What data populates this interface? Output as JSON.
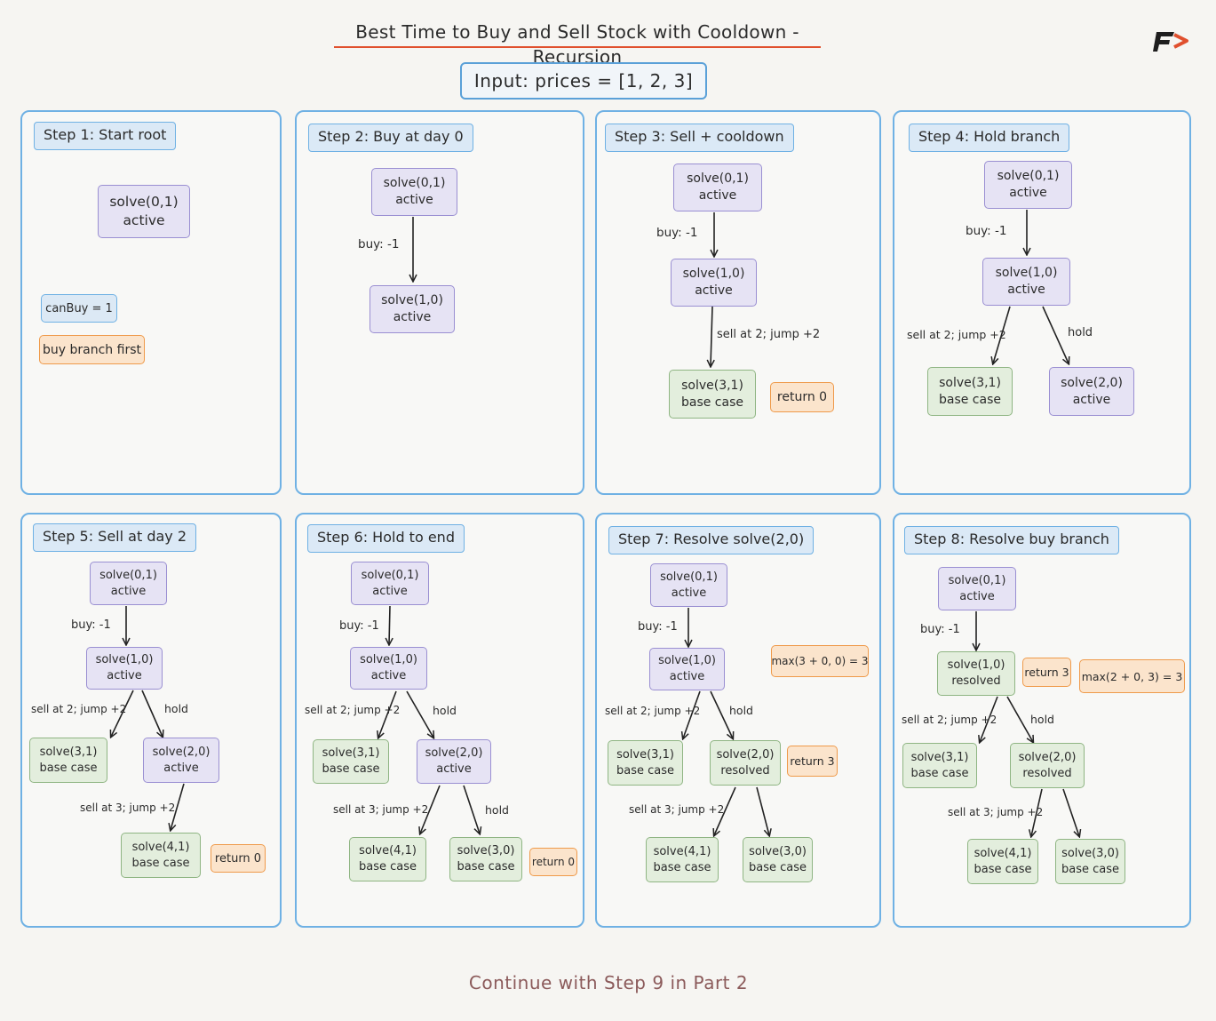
{
  "title": "Best Time to Buy and Sell Stock with Cooldown - Recursion",
  "input": "Input: prices = [1, 2, 3]",
  "footer": "Continue with Step 9 in Part 2",
  "colors": {
    "accent": "#e0502e",
    "panel_border": "#6fb1e4",
    "active_node": "#e6e3f4",
    "base_node": "#e3eedd",
    "return_tag": "#fbe4cc"
  },
  "steps": [
    {
      "label": "Step 1: Start root",
      "nodes": [
        {
          "fn": "solve(0,1)",
          "state": "active"
        }
      ],
      "tags": [
        "canBuy = 1",
        "buy branch first"
      ]
    },
    {
      "label": "Step 2: Buy at day 0",
      "nodes": [
        {
          "fn": "solve(0,1)",
          "state": "active"
        },
        {
          "fn": "solve(1,0)",
          "state": "active"
        }
      ],
      "edges": [
        "buy: -1"
      ]
    },
    {
      "label": "Step 3: Sell + cooldown",
      "nodes": [
        {
          "fn": "solve(0,1)",
          "state": "active"
        },
        {
          "fn": "solve(1,0)",
          "state": "active"
        },
        {
          "fn": "solve(3,1)",
          "state": "base case"
        }
      ],
      "edges": [
        "buy: -1",
        "sell at 2; jump +2"
      ],
      "tags": [
        "return 0"
      ]
    },
    {
      "label": "Step 4: Hold branch",
      "nodes": [
        {
          "fn": "solve(0,1)",
          "state": "active"
        },
        {
          "fn": "solve(1,0)",
          "state": "active"
        },
        {
          "fn": "solve(3,1)",
          "state": "base case"
        },
        {
          "fn": "solve(2,0)",
          "state": "active"
        }
      ],
      "edges": [
        "buy: -1",
        "sell at 2; jump +2",
        "hold"
      ]
    },
    {
      "label": "Step 5: Sell at day 2",
      "nodes": [
        {
          "fn": "solve(0,1)",
          "state": "active"
        },
        {
          "fn": "solve(1,0)",
          "state": "active"
        },
        {
          "fn": "solve(3,1)",
          "state": "base case"
        },
        {
          "fn": "solve(2,0)",
          "state": "active"
        },
        {
          "fn": "solve(4,1)",
          "state": "base case"
        }
      ],
      "edges": [
        "buy: -1",
        "sell at 2; jump +2",
        "hold",
        "sell at 3; jump +2"
      ],
      "tags": [
        "return 0"
      ]
    },
    {
      "label": "Step 6: Hold to end",
      "nodes": [
        {
          "fn": "solve(0,1)",
          "state": "active"
        },
        {
          "fn": "solve(1,0)",
          "state": "active"
        },
        {
          "fn": "solve(3,1)",
          "state": "base case"
        },
        {
          "fn": "solve(2,0)",
          "state": "active"
        },
        {
          "fn": "solve(4,1)",
          "state": "base case"
        },
        {
          "fn": "solve(3,0)",
          "state": "base case"
        }
      ],
      "edges": [
        "buy: -1",
        "sell at 2; jump +2",
        "hold",
        "sell at 3; jump +2",
        "hold"
      ],
      "tags": [
        "return 0"
      ]
    },
    {
      "label": "Step 7: Resolve solve(2,0)",
      "nodes": [
        {
          "fn": "solve(0,1)",
          "state": "active"
        },
        {
          "fn": "solve(1,0)",
          "state": "active"
        },
        {
          "fn": "solve(3,1)",
          "state": "base case"
        },
        {
          "fn": "solve(2,0)",
          "state": "resolved"
        },
        {
          "fn": "solve(4,1)",
          "state": "base case"
        },
        {
          "fn": "solve(3,0)",
          "state": "base case"
        }
      ],
      "edges": [
        "buy: -1",
        "sell at 2; jump +2",
        "hold",
        "sell at 3; jump +2"
      ],
      "tags": [
        "max(3 + 0, 0) = 3",
        "return 3"
      ]
    },
    {
      "label": "Step 8: Resolve buy branch",
      "nodes": [
        {
          "fn": "solve(0,1)",
          "state": "active"
        },
        {
          "fn": "solve(1,0)",
          "state": "resolved"
        },
        {
          "fn": "solve(3,1)",
          "state": "base case"
        },
        {
          "fn": "solve(2,0)",
          "state": "resolved"
        },
        {
          "fn": "solve(4,1)",
          "state": "base case"
        },
        {
          "fn": "solve(3,0)",
          "state": "base case"
        }
      ],
      "edges": [
        "buy: -1",
        "sell at 2; jump +2",
        "hold",
        "sell at 3; jump +2"
      ],
      "tags": [
        "return 3",
        "max(2 + 0, 3) = 3"
      ]
    }
  ]
}
